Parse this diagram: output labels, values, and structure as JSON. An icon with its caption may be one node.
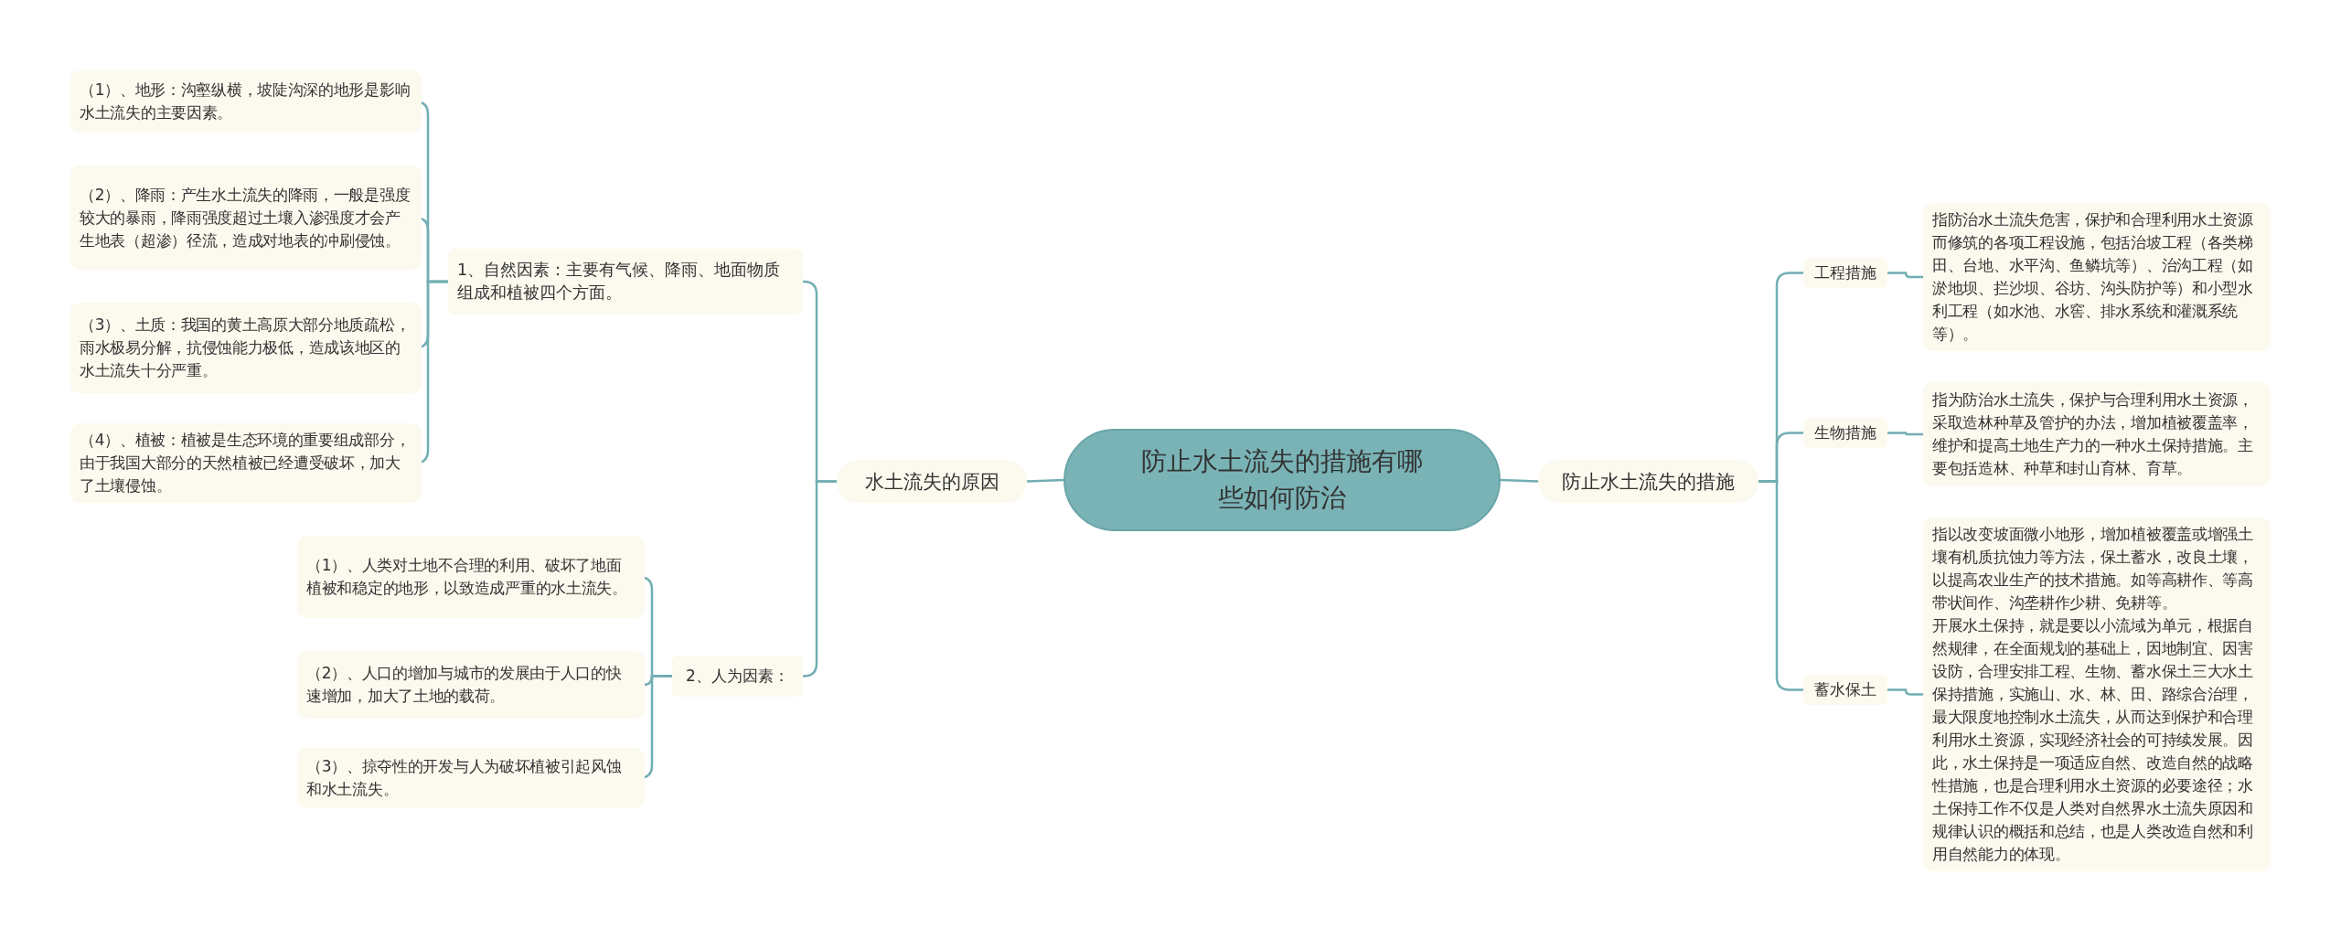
{
  "diagram": {
    "nodes": [
      {
        "text": [
          "防止水土流失的措施有哪些如何防治"
        ]
      },
      {
        "text": [
          "水土流失的原因"
        ]
      },
      {
        "text": [
          "1、自然因素：主要有气候、降雨、地面物质组成和植被四个方面。"
        ]
      },
      {
        "text": [
          "（1）、地形：沟壑纵横，坡陡沟深的地形是影响水土流失的主要因素。"
        ]
      },
      {
        "text": [
          "（2）、降雨：产生水土流失的降雨，一般是强度较大的暴雨，降雨强度超过土壤入渗强度才会产生地表（超渗）径流，造成对地表的冲刷侵蚀。"
        ]
      },
      {
        "text": [
          "（3）、土质：我国的黄土高原大部分地质疏松，雨水极易分解，抗侵蚀能力极低，造成该地区的水土流失十分严重。"
        ]
      },
      {
        "text": [
          "（4）、植被：植被是生态环境的重要组成部分，由于我国大部分的天然植被已经遭受破坏，加大了土壤侵蚀。"
        ]
      },
      {
        "text": [
          "2、人为因素："
        ]
      },
      {
        "text": [
          "（1）、人类对土地不合理的利用、破坏了地面植被和稳定的地形，以致造成严重的水土流失。"
        ]
      },
      {
        "text": [
          "（2）、人口的增加与城市的发展由于人口的快速增加，加大了土地的载荷。"
        ]
      },
      {
        "text": [
          "（3）、掠夺性的开发与人为破坏植被引起风蚀和水土流失。"
        ]
      },
      {
        "text": [
          "防止水土流失的措施"
        ]
      },
      {
        "text": [
          "工程措施"
        ]
      },
      {
        "text": [
          "指防治水土流失危害，保护和合理利用水土资源而修筑的各项工程设施，包括治坡工程（各类梯田、台地、水平沟、鱼鳞坑等）、治沟工程（如淤地坝、拦沙坝、谷坊、沟头防护等）和小型水利工程（如水池、水窖、排水系统和灌溉系统等）。"
        ]
      },
      {
        "text": [
          "生物措施"
        ]
      },
      {
        "text": [
          "指为防治水土流失，保护与合理利用水土资源，采取造林种草及管护的办法，增加植被覆盖率，维护和提高土地生产力的一种水土保持措施。主要包括造林、种草和封山育林、育草。"
        ]
      },
      {
        "text": [
          "蓄水保土"
        ]
      },
      {
        "text": [
          "指以改变坡面微小地形，增加植被覆盖或增强土壤有机质抗蚀力等方法，保土蓄水，改良土壤，以提高农业生产的技术措施。如等高耕作、等高带状间作、沟垄耕作少耕、免耕等。",
          "开展水土保持，就是要以小流域为单元，根据自然规律，在全面规划的基础上，因地制宜、因害设防，合理安排工程、生物、蓄水保土三大水土保持措施，实施山、水、林、田、路综合治理，最大限度地控制水土流失，从而达到保护和合理利用水土资源，实现经济社会的可持续发展。因此，水土保持是一项适应自然、改造自然的战略性措施，也是合理利用水土资源的必要途径；水土保持工作不仅是人类对自然界水土流失原因和规律认识的概括和总结，也是人类改造自然和利用自然能力的体现。"
        ]
      }
    ],
    "edges": [
      {
        "from": 0,
        "to": 1,
        "arrow": "none"
      },
      {
        "from": 1,
        "to": 2,
        "arrow": "none"
      },
      {
        "from": 2,
        "to": 3,
        "arrow": "none"
      },
      {
        "from": 2,
        "to": 4,
        "arrow": "none"
      },
      {
        "from": 2,
        "to": 5,
        "arrow": "none"
      },
      {
        "from": 2,
        "to": 6,
        "arrow": "none"
      },
      {
        "from": 1,
        "to": 7,
        "arrow": "none"
      },
      {
        "from": 7,
        "to": 8,
        "arrow": "none"
      },
      {
        "from": 7,
        "to": 9,
        "arrow": "none"
      },
      {
        "from": 7,
        "to": 10,
        "arrow": "none"
      },
      {
        "from": 0,
        "to": 11,
        "arrow": "none"
      },
      {
        "from": 11,
        "to": 12,
        "arrow": "none"
      },
      {
        "from": 12,
        "to": 13,
        "arrow": "none"
      },
      {
        "from": 11,
        "to": 14,
        "arrow": "none"
      },
      {
        "from": 14,
        "to": 15,
        "arrow": "none"
      },
      {
        "from": 11,
        "to": 16,
        "arrow": "none"
      },
      {
        "from": 16,
        "to": 17,
        "arrow": "none"
      }
    ]
  }
}
